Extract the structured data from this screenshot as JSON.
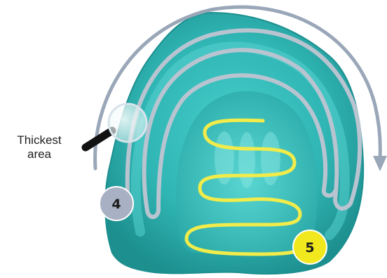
{
  "annotation": {
    "line1": "Thickest",
    "line2": "area"
  },
  "markers": {
    "start": "4",
    "end": "5"
  },
  "icons": {
    "magnifier": "magnifier-icon",
    "arrow": "direction-arrow-icon"
  },
  "colors": {
    "denture_base": "#2fb5b3",
    "denture_shadow": "#1d8f8f",
    "path_line": "#b9c4d1",
    "zigzag_line": "#f2ec4a",
    "marker_start": "#a8b0c3",
    "marker_end": "#f2e81e",
    "handle": "#111111"
  }
}
